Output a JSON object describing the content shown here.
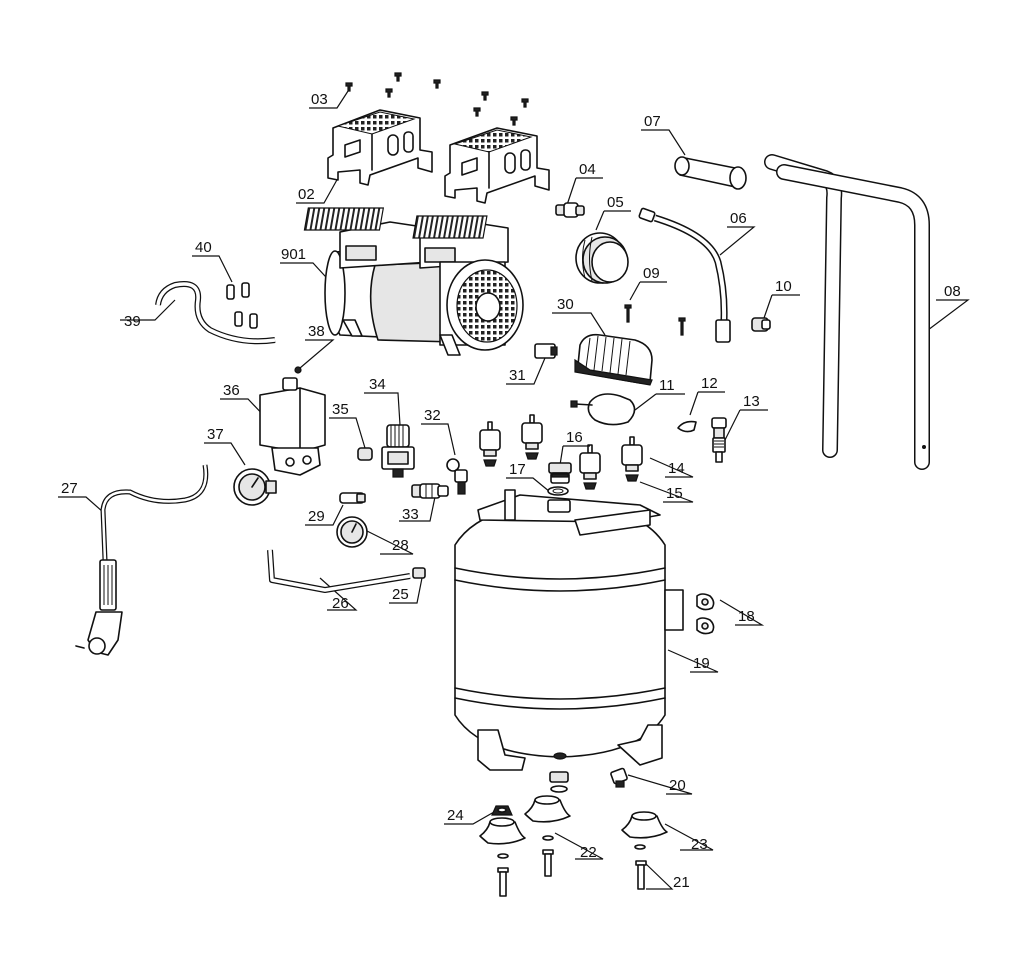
{
  "labels": {
    "p901": "901",
    "p02": "02",
    "p03": "03",
    "p04": "04",
    "p05": "05",
    "p06": "06",
    "p07": "07",
    "p08": "08",
    "p09": "09",
    "p10": "10",
    "p11": "11",
    "p12": "12",
    "p13": "13",
    "p14": "14",
    "p15": "15",
    "p16": "16",
    "p17": "17",
    "p18": "18",
    "p19": "19",
    "p20": "20",
    "p21": "21",
    "p22": "22",
    "p23": "23",
    "p24": "24",
    "p25": "25",
    "p26": "26",
    "p27": "27",
    "p28": "28",
    "p29": "29",
    "p30": "30",
    "p31": "31",
    "p32": "32",
    "p33": "33",
    "p34": "34",
    "p35": "35",
    "p36": "36",
    "p37": "37",
    "p38": "38",
    "p39": "39",
    "p40": "40"
  }
}
